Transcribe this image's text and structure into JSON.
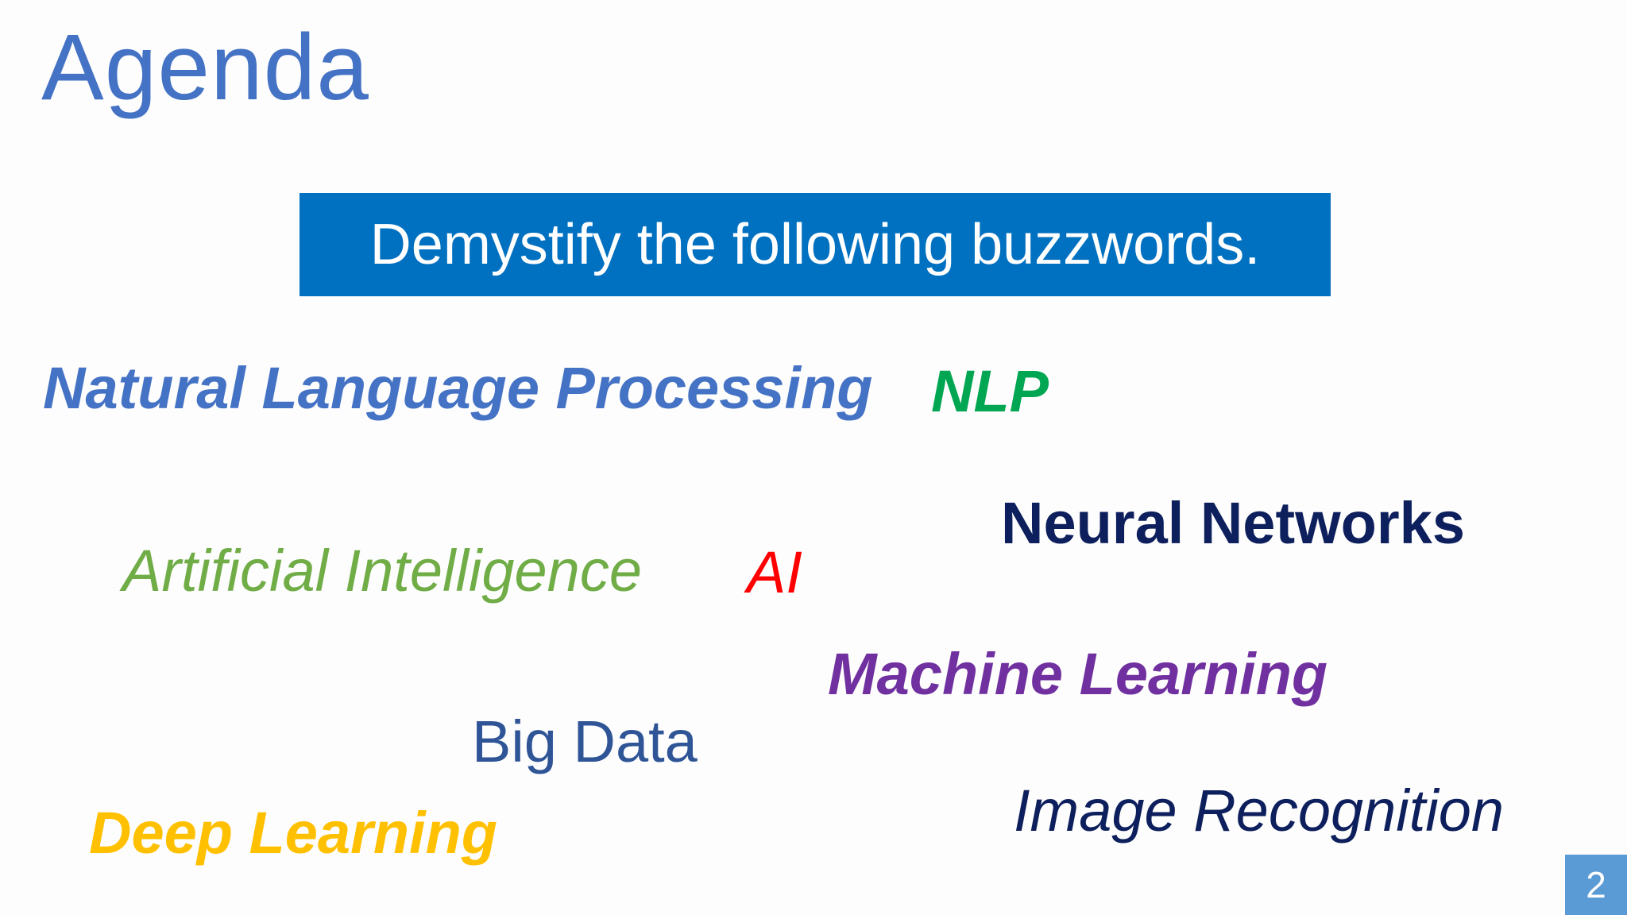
{
  "slide": {
    "title": "Agenda",
    "banner_text": "Demystify the following buzzwords.",
    "buzzwords": {
      "natural_language_processing": "Natural Language Processing",
      "nlp": "NLP",
      "neural_networks": "Neural Networks",
      "artificial_intelligence": "Artificial Intelligence",
      "ai": "AI",
      "machine_learning": "Machine Learning",
      "big_data": "Big Data",
      "deep_learning": "Deep Learning",
      "image_recognition": "Image Recognition"
    },
    "page_number": "2"
  },
  "colors": {
    "title": "#4472c4",
    "banner_background": "#0070c0",
    "natural_language_processing": "#4472c4",
    "nlp": "#00a651",
    "neural_networks": "#0d1f5c",
    "artificial_intelligence": "#70ad47",
    "ai": "#ff0000",
    "machine_learning": "#7030a0",
    "big_data": "#2f5597",
    "deep_learning": "#ffc000",
    "image_recognition": "#0d1f5c",
    "page_badge": "#5b9bd5"
  }
}
